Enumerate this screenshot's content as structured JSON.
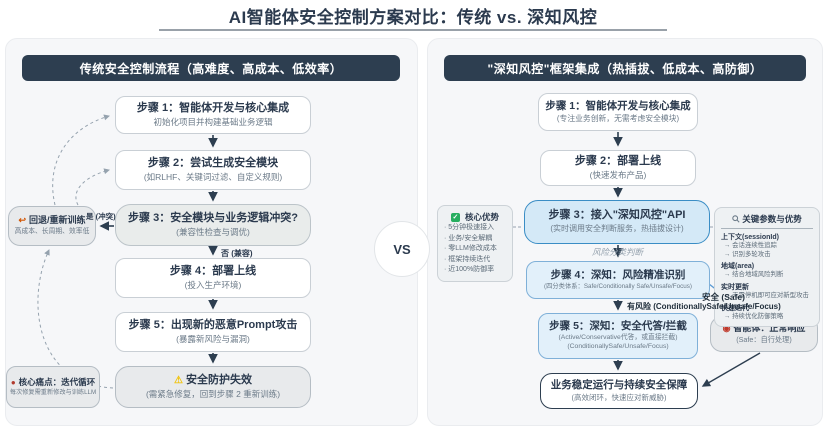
{
  "title": "AI智能体安全控制方案对比：传统 vs. 深知风控",
  "vs": "VS",
  "left": {
    "header": "传统安全控制流程（高难度、高成本、低效率）",
    "steps": [
      {
        "title": "步骤 1：智能体开发与核心集成",
        "sub": "初始化项目并构建基础业务逻辑"
      },
      {
        "title": "步骤 2：尝试生成安全模块",
        "sub": "(如RLHF、关键词过滤、自定义规则)"
      },
      {
        "title": "步骤 3：安全模块与业务逻辑冲突?",
        "sub": "(兼容性检查与调优)"
      },
      {
        "title": "步骤 4：部署上线",
        "sub": "(投入生产环境)"
      },
      {
        "title": "步骤 5：出现新的恶意Prompt攻击",
        "sub": "(暴露新风险与漏洞)"
      }
    ],
    "failure": {
      "icon": "⚠",
      "title": "安全防护失效",
      "sub": "(需紧急修复，回到步骤 2 重新训练)"
    },
    "rollback": {
      "icon": "↩",
      "title": "回退/重新训练",
      "sub": "高成本、长周期、效率低"
    },
    "painpoint": {
      "icon": "●",
      "title": "核心痛点：迭代循环",
      "sub": "每次修复需重新修改与训练LLM"
    },
    "labels": {
      "yes": "是 (冲突)",
      "no": "否 (兼容)"
    }
  },
  "right": {
    "header": "\"深知风控\"框架集成（热插拔、低成本、高防御）",
    "steps": [
      {
        "title": "步骤 1：智能体开发与核心集成",
        "sub": "(专注业务创新，无需考虑安全模块)"
      },
      {
        "title": "步骤 2：部署上线",
        "sub": "(快速发布产品)"
      },
      {
        "title": "步骤 3：接入\"深知风控\"API",
        "sub": "(实时调用安全判断服务，热插拔设计)"
      },
      {
        "title": "步骤 4：深知：风险精准识别",
        "sub": "(四分类体系：Safe/Conditionally Safe/Unsafe/Focus)"
      },
      {
        "title": "步骤 5：深知：安全代答/拦截",
        "sub": "(Active/Conservative代答，或直接拦截)",
        "sub2": "(ConditionallySafe/Unsafe/Focus)"
      }
    ],
    "advantages": {
      "icon": "✓",
      "header": "核心优势",
      "items": [
        "· 5分钟极速接入",
        "· 业务/安全解耦",
        "· 零LLM修改成本",
        "· 框架持续迭代",
        "· 近100%防御率"
      ]
    },
    "params": {
      "header": "关键参数与优势",
      "groups": [
        {
          "label": "上下文(sessionId)",
          "points": [
            "→ 会话连续性追踪",
            "→ 识别多轮攻击"
          ]
        },
        {
          "label": "地域(area)",
          "points": [
            "→ 结合地域风险判断"
          ]
        },
        {
          "label": "实时更新",
          "points": [
            "→ 无需停机即可应对新型攻击"
          ]
        },
        {
          "label": "快速迭代",
          "points": [
            "→ 持续优化防御策略"
          ]
        }
      ]
    },
    "labels": {
      "classify": "风险分类判断",
      "safe": "安全 (Safe)",
      "risk": "有风险 (ConditionallySafe/Unsafe/Focus)"
    },
    "agent": {
      "icon": "◉",
      "title": "智能体：正常响应",
      "sub": "(Safe：自行处理)"
    },
    "final": {
      "title": "业务稳定运行与持续安全保障",
      "sub": "(高效闭环，快速应对新威胁)"
    }
  }
}
